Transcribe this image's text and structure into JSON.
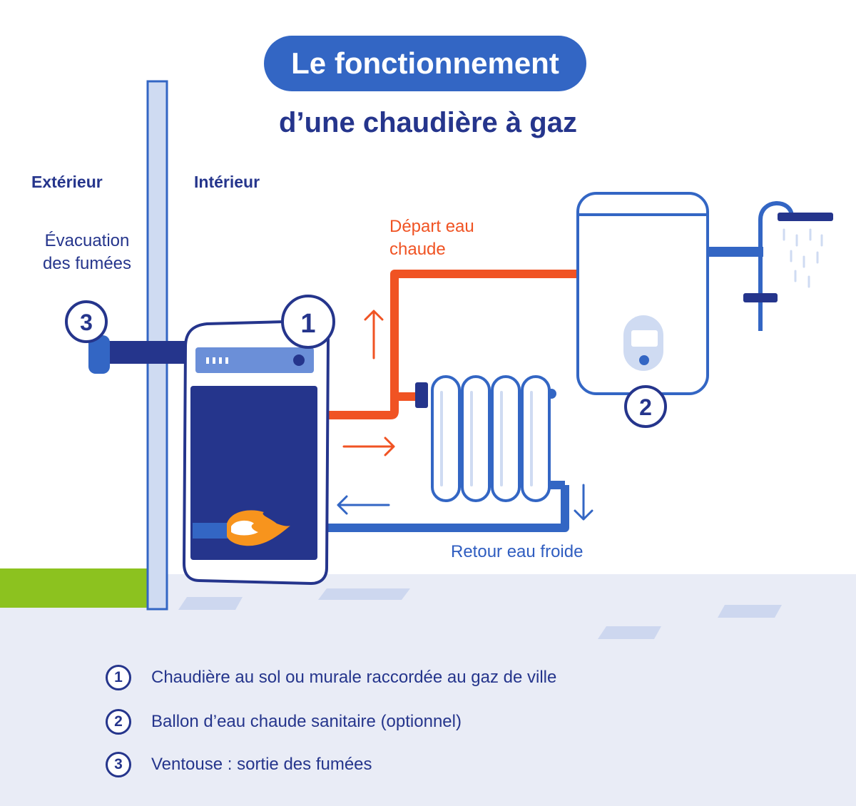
{
  "title": "Le fonctionnement",
  "subtitle": "d’une chaudière à gaz",
  "labels": {
    "exterior": "Extérieur",
    "interior": "Intérieur",
    "smoke_line1": "Évacuation",
    "smoke_line2": "des fumées",
    "hot_line1": "Départ eau",
    "hot_line2": "chaude",
    "cold": "Retour eau froide"
  },
  "badges": {
    "boiler": "1",
    "tank": "2",
    "vent": "3"
  },
  "legend": [
    {
      "num": "1",
      "text": "Chaudière au sol ou murale raccordée au gaz de ville"
    },
    {
      "num": "2",
      "text": "Ballon d’eau chaude sanitaire (optionnel)"
    },
    {
      "num": "3",
      "text": "Ventouse : sortie des fumées"
    }
  ],
  "colors": {
    "navy": "#25358c",
    "blue": "#3366c4",
    "hot": "#f05323",
    "flame": "#f7941d",
    "grass": "#8cc21f",
    "floor": "#e9ecf6"
  },
  "icons": [
    "shower-icon",
    "flame-icon",
    "radiator-icon",
    "water-tank-icon",
    "boiler-icon"
  ]
}
